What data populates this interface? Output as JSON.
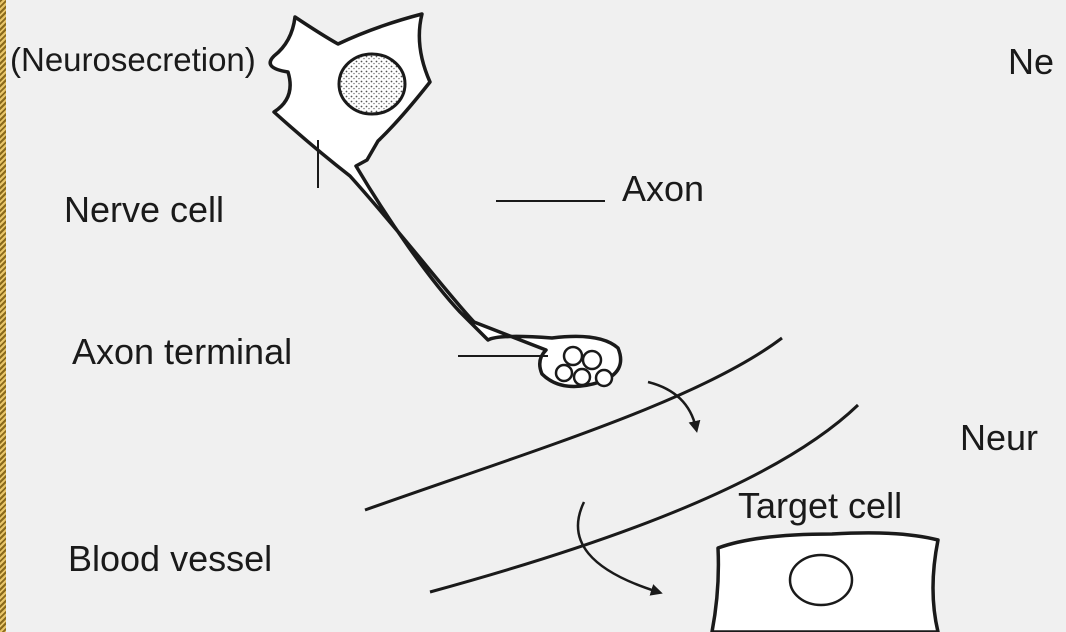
{
  "colors": {
    "background": "#f0f0f0",
    "ink": "#1a1a1a",
    "border_accent": "#c9a23c"
  },
  "labels": {
    "neurosecretion": "(Neurosecretion)",
    "nerve_cell": "Nerve cell",
    "axon": "Axon",
    "axon_terminal": "Axon terminal",
    "blood_vessel": "Blood vessel",
    "target_cell": "Target cell",
    "cut_top_right": "Ne",
    "cut_mid_right": "Neur"
  }
}
